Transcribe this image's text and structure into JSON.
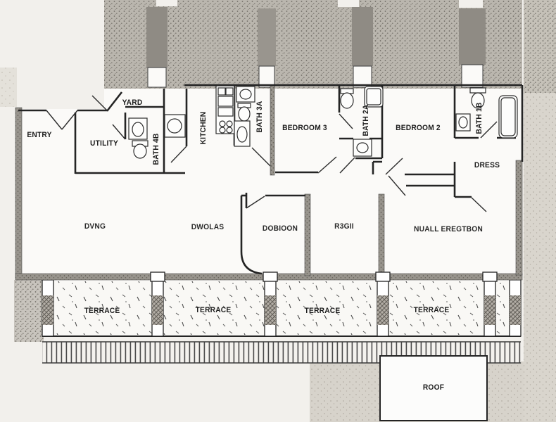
{
  "document": {
    "type": "scanned floor plan drawing",
    "background_color": "#f2f0ec",
    "line_color": "#242424"
  },
  "plan": {
    "rooms": [
      {
        "id": "entry",
        "label": "ENTRY"
      },
      {
        "id": "yard",
        "label": "YARD"
      },
      {
        "id": "utility",
        "label": "UTILITY"
      },
      {
        "id": "bath-4b",
        "label": "BATH 4B"
      },
      {
        "id": "kitchen",
        "label": "KITCHEN"
      },
      {
        "id": "bath-3a",
        "label": "BATH 3A"
      },
      {
        "id": "bedroom-3",
        "label": "BEDROOM 3"
      },
      {
        "id": "bath-2a",
        "label": "BATH 2A"
      },
      {
        "id": "bedroom-2",
        "label": "BEDROOM 2"
      },
      {
        "id": "bath-1b",
        "label": "BATH 1B"
      },
      {
        "id": "dress",
        "label": "DRESS"
      },
      {
        "id": "ghost-living",
        "label": "DVNG"
      },
      {
        "id": "ghost-dining",
        "label": "DWOLAS"
      },
      {
        "id": "ghost-room",
        "label": "DOBIOON"
      },
      {
        "id": "ghost-hall",
        "label": "R3GII"
      },
      {
        "id": "ghost-main-bedroom",
        "label": "NUALL EREGTBON"
      }
    ],
    "terraces": [
      "TERRACE",
      "TERRACE",
      "TERRACE",
      "TERRACE"
    ],
    "roof_label": "ROOF"
  }
}
